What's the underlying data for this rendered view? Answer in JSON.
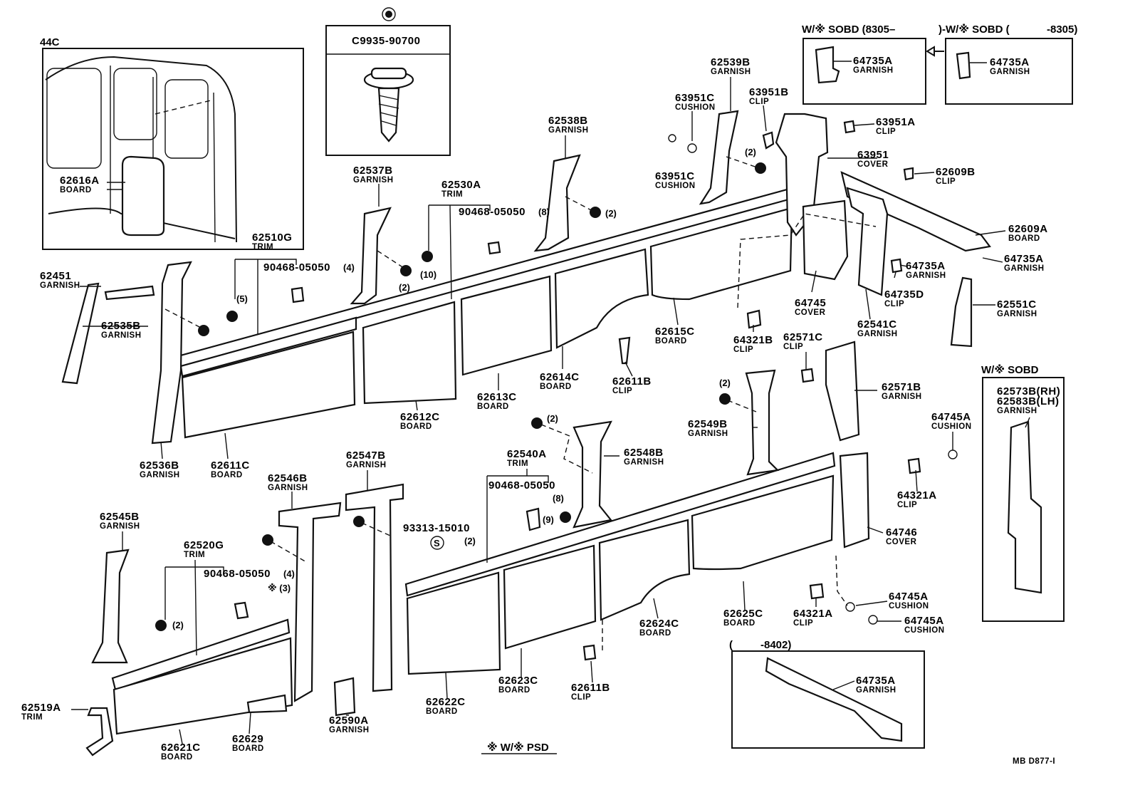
{
  "header": {
    "sobd_new": "W/※ SOBD (8305–",
    "sobd_old": ")-W/※ SOBD (",
    "sobd_old_end": "-8305)",
    "inset_44c": "44C",
    "clip_code": "C9935-90700",
    "sobd_only": "W/※ SOBD",
    "date_8402": "(",
    "date_8402_end": "-8402)",
    "psd_note": "※ W/※ PSD",
    "drawing_id": "MB D877-I"
  },
  "parts": [
    {
      "id": "p-62616A",
      "num": "62616A",
      "name": "BOARD"
    },
    {
      "id": "p-62451",
      "num": "62451",
      "name": "GARNISH"
    },
    {
      "id": "p-62535B",
      "num": "62535B",
      "name": "GARNISH"
    },
    {
      "id": "p-62510G",
      "num": "62510G",
      "name": "TRIM"
    },
    {
      "id": "p-62537B",
      "num": "62537B",
      "name": "GARNISH"
    },
    {
      "id": "p-62530A",
      "num": "62530A",
      "name": "TRIM"
    },
    {
      "id": "p-62538B",
      "num": "62538B",
      "name": "GARNISH"
    },
    {
      "id": "p-62539B",
      "num": "62539B",
      "name": "GARNISH"
    },
    {
      "id": "p-63951C-a",
      "num": "63951C",
      "name": "CUSHION"
    },
    {
      "id": "p-63951C-b",
      "num": "63951C",
      "name": "CUSHION"
    },
    {
      "id": "p-63951B",
      "num": "63951B",
      "name": "CLIP"
    },
    {
      "id": "p-64735A-a",
      "num": "64735A",
      "name": "GARNISH"
    },
    {
      "id": "p-64735A-b",
      "num": "64735A",
      "name": "GARNISH"
    },
    {
      "id": "p-63951A",
      "num": "63951A",
      "name": "CLIP"
    },
    {
      "id": "p-63951",
      "num": "63951",
      "name": "COVER"
    },
    {
      "id": "p-62609B",
      "num": "62609B",
      "name": "CLIP"
    },
    {
      "id": "p-62609A",
      "num": "62609A",
      "name": "BOARD"
    },
    {
      "id": "p-64735A-c",
      "num": "64735A",
      "name": "GARNISH"
    },
    {
      "id": "p-64735A-d",
      "num": "64735A",
      "name": "GARNISH"
    },
    {
      "id": "p-64735D",
      "num": "64735D",
      "name": "CLIP"
    },
    {
      "id": "p-62551C",
      "num": "62551C",
      "name": "GARNISH"
    },
    {
      "id": "p-64745",
      "num": "64745",
      "name": "COVER"
    },
    {
      "id": "p-62541C",
      "num": "62541C",
      "name": "GARNISH"
    },
    {
      "id": "p-62615C",
      "num": "62615C",
      "name": "BOARD"
    },
    {
      "id": "p-64321B",
      "num": "64321B",
      "name": "CLIP"
    },
    {
      "id": "p-62571C",
      "num": "62571C",
      "name": "CLIP"
    },
    {
      "id": "p-62611B-a",
      "num": "62611B",
      "name": "CLIP"
    },
    {
      "id": "p-62614C",
      "num": "62614C",
      "name": "BOARD"
    },
    {
      "id": "p-62613C",
      "num": "62613C",
      "name": "BOARD"
    },
    {
      "id": "p-62612C",
      "num": "62612C",
      "name": "BOARD"
    },
    {
      "id": "p-62611C",
      "num": "62611C",
      "name": "BOARD"
    },
    {
      "id": "p-62536B",
      "num": "62536B",
      "name": "GARNISH"
    },
    {
      "id": "p-62571B",
      "num": "62571B",
      "name": "GARNISH"
    },
    {
      "id": "p-62573B",
      "num": "62573B(RH)",
      "name": ""
    },
    {
      "id": "p-62583B",
      "num": "62583B(LH)",
      "name": "GARNISH"
    },
    {
      "id": "p-62549B",
      "num": "62549B",
      "name": "GARNISH"
    },
    {
      "id": "p-64745A-a",
      "num": "64745A",
      "name": "CUSHION"
    },
    {
      "id": "p-62548B",
      "num": "62548B",
      "name": "GARNISH"
    },
    {
      "id": "p-62547B",
      "num": "62547B",
      "name": "GARNISH"
    },
    {
      "id": "p-62546B",
      "num": "62546B",
      "name": "GARNISH"
    },
    {
      "id": "p-62540A",
      "num": "62540A",
      "name": "TRIM"
    },
    {
      "id": "p-64321A-a",
      "num": "64321A",
      "name": "CLIP"
    },
    {
      "id": "p-62545B",
      "num": "62545B",
      "name": "GARNISH"
    },
    {
      "id": "p-62520G",
      "num": "62520G",
      "name": "TRIM"
    },
    {
      "id": "p-64746",
      "num": "64746",
      "name": "COVER"
    },
    {
      "id": "p-64745A-b",
      "num": "64745A",
      "name": "CUSHION"
    },
    {
      "id": "p-64321A-b",
      "num": "64321A",
      "name": "CLIP"
    },
    {
      "id": "p-64745A-c",
      "num": "64745A",
      "name": "CUSHION"
    },
    {
      "id": "p-62625C",
      "num": "62625C",
      "name": "BOARD"
    },
    {
      "id": "p-62624C",
      "num": "62624C",
      "name": "BOARD"
    },
    {
      "id": "p-62519A",
      "num": "62519A",
      "name": "TRIM"
    },
    {
      "id": "p-62590A",
      "num": "62590A",
      "name": "GARNISH"
    },
    {
      "id": "p-62622C",
      "num": "62622C",
      "name": "BOARD"
    },
    {
      "id": "p-62623C",
      "num": "62623C",
      "name": "BOARD"
    },
    {
      "id": "p-62611B-b",
      "num": "62611B",
      "name": "CLIP"
    },
    {
      "id": "p-62621C",
      "num": "62621C",
      "name": "BOARD"
    },
    {
      "id": "p-62629",
      "num": "62629",
      "name": "BOARD"
    },
    {
      "id": "p-64735A-e",
      "num": "64735A",
      "name": "GARNISH"
    }
  ],
  "screws": [
    {
      "id": "s-a",
      "num": "90468-05050",
      "qty": "(4)"
    },
    {
      "id": "s-b",
      "num": "90468-05050",
      "qty": "(8)"
    },
    {
      "id": "s-c",
      "num": "90468-05050",
      "qty": "(8)"
    },
    {
      "id": "s-d",
      "num": "90468-05050",
      "qty": "(4)"
    },
    {
      "id": "s-e",
      "num": "93313-15010",
      "qty": "(2)"
    }
  ],
  "quantities": [
    {
      "id": "q-5",
      "text": "(5)"
    },
    {
      "id": "q-2a",
      "text": "(2)"
    },
    {
      "id": "q-10",
      "text": "(10)"
    },
    {
      "id": "q-2b",
      "text": "(2)"
    },
    {
      "id": "q-2c",
      "text": "(2)"
    },
    {
      "id": "q-2d",
      "text": "(2)"
    },
    {
      "id": "q-2e",
      "text": "(2)"
    },
    {
      "id": "q-9",
      "text": "(9)"
    },
    {
      "id": "q-2f",
      "text": "(2)"
    },
    {
      "id": "q-3",
      "text": "※ (3)"
    }
  ],
  "symbols": {
    "s_mark": "S"
  }
}
